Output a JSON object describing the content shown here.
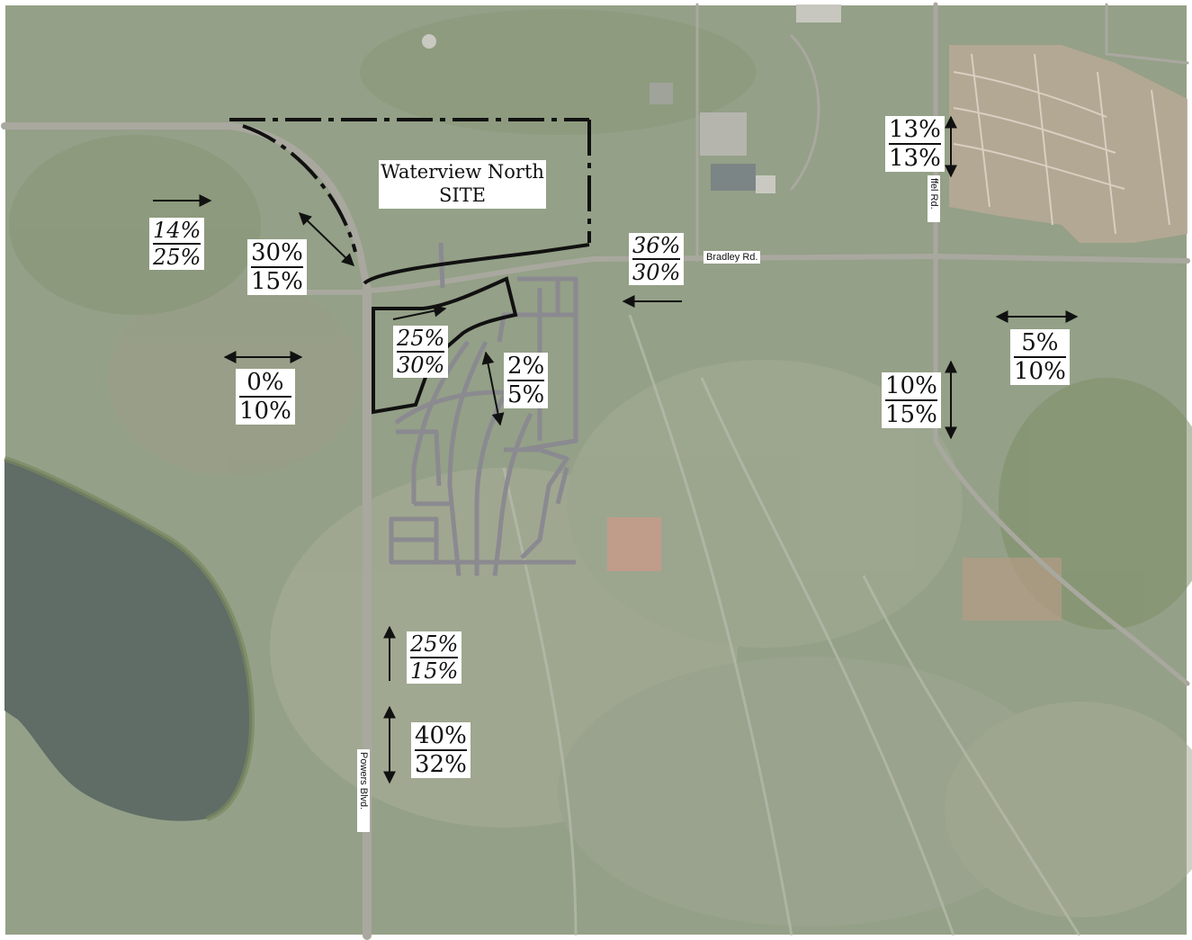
{
  "site": {
    "line1": "Waterview North",
    "line2": "SITE"
  },
  "roads": {
    "bradley": "Bradley Rd.",
    "powers": "Powers Blvd.",
    "marksheffel": "ffel Rd."
  },
  "percentages": [
    {
      "id": "west-eb",
      "top": "14%",
      "bottom": "25%",
      "italic": true,
      "arrow": "east"
    },
    {
      "id": "curve",
      "top": "30%",
      "bottom": "15%",
      "italic": false,
      "arrow": "diagonal"
    },
    {
      "id": "west-local",
      "top": "0%",
      "bottom": "10%",
      "italic": false,
      "arrow": "both-horizontal"
    },
    {
      "id": "site-access",
      "top": "25%",
      "bottom": "30%",
      "italic": true,
      "arrow": "northeast"
    },
    {
      "id": "interior",
      "top": "2%",
      "bottom": "5%",
      "italic": false,
      "arrow": "both-vertical"
    },
    {
      "id": "bradley-east",
      "top": "36%",
      "bottom": "30%",
      "italic": true,
      "arrow": "west"
    },
    {
      "id": "marksheffel-north",
      "top": "13%",
      "bottom": "13%",
      "italic": false,
      "arrow": "both-vertical"
    },
    {
      "id": "bradley-far-east",
      "top": "5%",
      "bottom": "10%",
      "italic": false,
      "arrow": "both-horizontal"
    },
    {
      "id": "marksheffel-south",
      "top": "10%",
      "bottom": "15%",
      "italic": false,
      "arrow": "both-vertical"
    },
    {
      "id": "powers-south-a",
      "top": "25%",
      "bottom": "15%",
      "italic": true,
      "arrow": "north"
    },
    {
      "id": "powers-south-b",
      "top": "40%",
      "bottom": "32%",
      "italic": false,
      "arrow": "both-vertical"
    }
  ],
  "colors": {
    "terrain": "#8c9a80",
    "terrain_light": "#a7ae98",
    "reservoir": "#5f6d66",
    "road": "#a9a89f",
    "plan_roads": "#8a8a90",
    "boundary": "#111111",
    "subdivision": "#b9a995"
  }
}
